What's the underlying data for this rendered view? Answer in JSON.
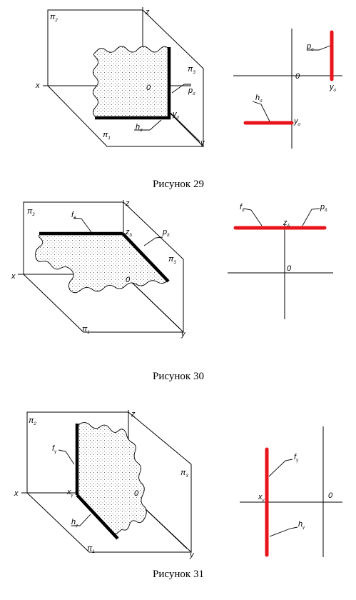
{
  "fig29": {
    "caption": "Рисунок 29",
    "left": {
      "pi2": "π",
      "pi2_sub": "2",
      "pi3": "π",
      "pi3_sub": "3",
      "pi1": "π",
      "pi1_sub": "1",
      "x": "x",
      "z": "z",
      "y_top": "y",
      "y_bottom": "y",
      "y_sub": "σ",
      "o": "0",
      "p": "p",
      "p_sub": "σ",
      "h": "h",
      "h_sub": "σ"
    },
    "right": {
      "p": "p",
      "p_sub": "σ",
      "o": "0",
      "y1": "y",
      "y1_sub": "σ",
      "h": "h",
      "h_sub": "σ",
      "y2": "y",
      "y2_sub": "σ"
    }
  },
  "fig30": {
    "caption": "Рисунок 30",
    "left": {
      "pi2": "π",
      "pi2_sub": "2",
      "pi3": "π",
      "pi3_sub": "3",
      "pi1": "π",
      "pi1_sub": "1",
      "x": "x",
      "z": "z",
      "y": "y",
      "o": "0",
      "f": "f",
      "f_sub": "δ",
      "p": "p",
      "p_sub": "δ",
      "zd": "z",
      "zd_sub": "δ"
    },
    "right": {
      "f": "f",
      "f_sub": "δ",
      "p": "p",
      "p_sub": "δ",
      "zd": "z",
      "zd_sub": "δ",
      "o": "0"
    }
  },
  "fig31": {
    "caption": "Рисунок 31",
    "left": {
      "pi2": "π",
      "pi2_sub": "2",
      "pi3": "π",
      "pi3_sub": "3",
      "pi1": "π",
      "pi1_sub": "1",
      "x": "x",
      "z": "z",
      "y": "y",
      "o": "0",
      "f": "f",
      "f_sub": "γ",
      "h": "h",
      "h_sub": "γ",
      "xg": "x",
      "xg_sub": "γ"
    },
    "right": {
      "f": "f",
      "f_sub": "γ",
      "h": "h",
      "h_sub": "γ",
      "xg": "x",
      "xg_sub": "γ",
      "o": "0"
    }
  }
}
